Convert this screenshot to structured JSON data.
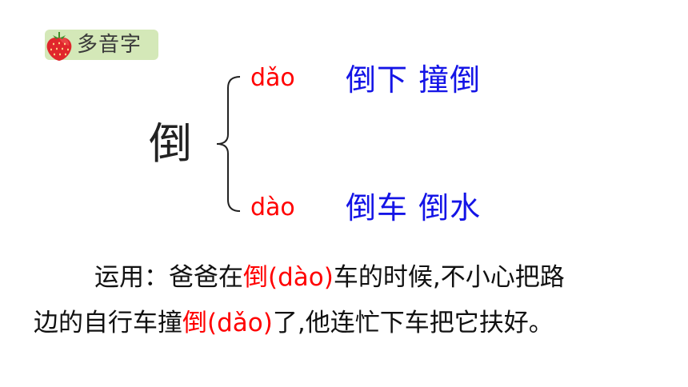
{
  "colors": {
    "pinyin": "#ff0000",
    "words": "#1414e6",
    "highlight": "#ff0000",
    "badge_bg": "#d4e8b8"
  },
  "badge": {
    "icon": "strawberry-icon",
    "label": "多音字"
  },
  "character": "倒",
  "readings": [
    {
      "pinyin": "dǎo",
      "words": "倒下  撞倒"
    },
    {
      "pinyin": "dào",
      "words": "倒车  倒水"
    }
  ],
  "example": {
    "line1": {
      "pre": "运用：爸爸在",
      "highlight": "倒(dào)",
      "post": "车的时候,不小心把路"
    },
    "line2": {
      "pre": "边的自行车撞",
      "highlight": "倒(dǎo)",
      "post": "了,他连忙下车把它扶好。"
    }
  }
}
